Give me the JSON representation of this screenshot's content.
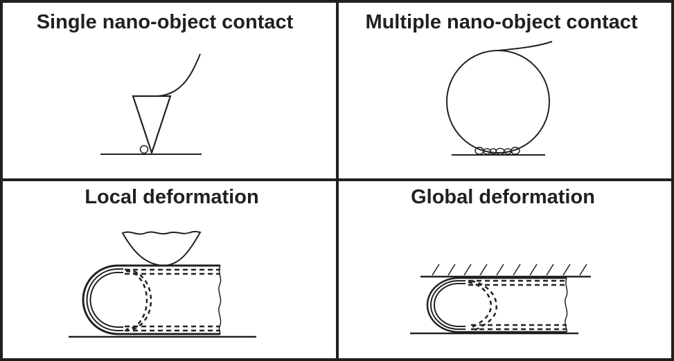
{
  "panels": [
    {
      "title": "Single nano-object contact"
    },
    {
      "title": "Multiple nano-object contact"
    },
    {
      "title": "Local deformation"
    },
    {
      "title": "Global deformation"
    }
  ],
  "colors": {
    "ink": "#231f20",
    "background": "#ffffff"
  }
}
